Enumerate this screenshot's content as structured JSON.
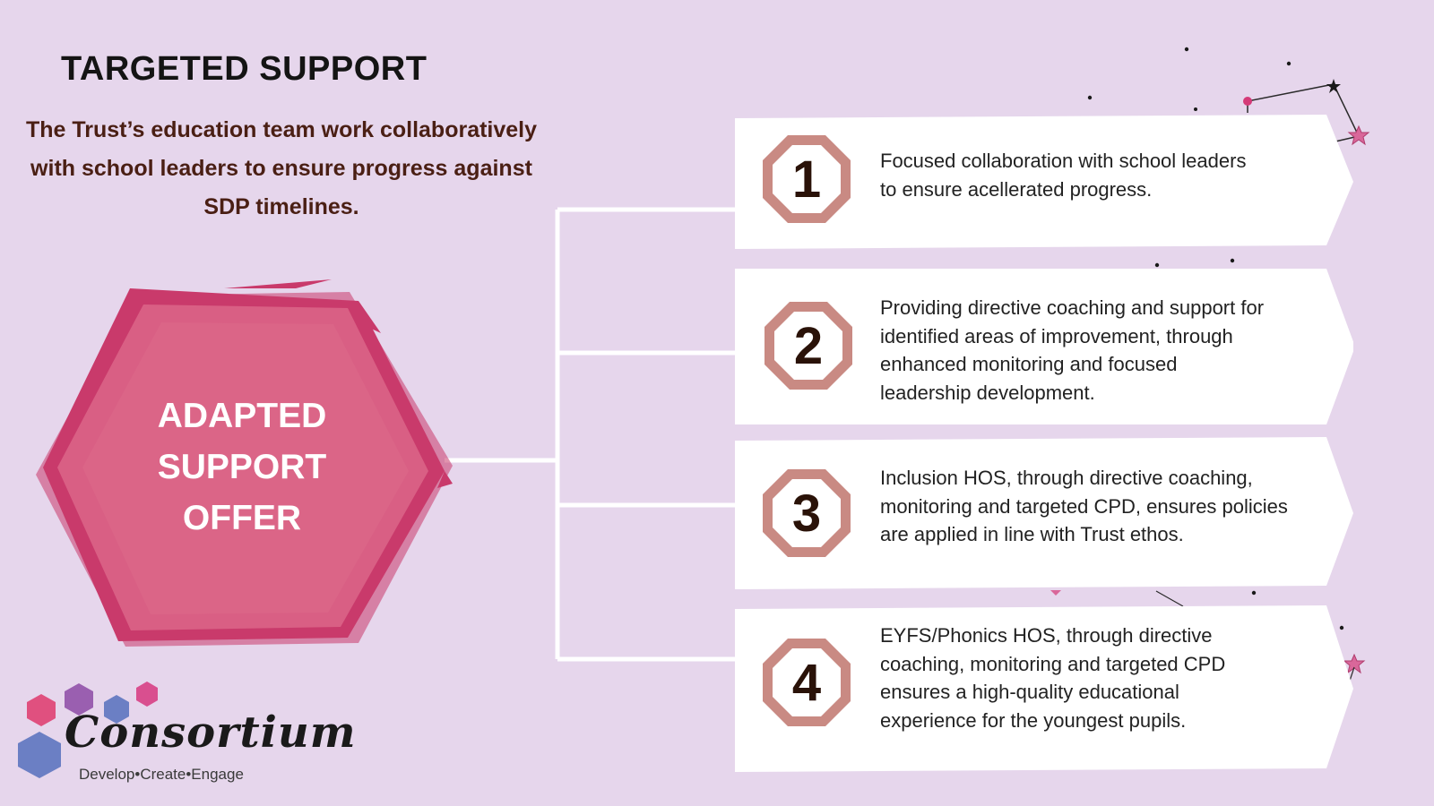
{
  "header": {
    "title": "TARGETED SUPPORT",
    "subtitle": "The Trust’s education team work collaboratively with school leaders to ensure progress against SDP timelines."
  },
  "center": {
    "lines": [
      "ADAPTED",
      "SUPPORT",
      "OFFER"
    ]
  },
  "items": [
    {
      "number": "1",
      "text": [
        "Focused collaboration with school leaders",
        "to ensure acellerated progress."
      ]
    },
    {
      "number": "2",
      "text": [
        "Providing directive coaching and support for",
        "identified areas of improvement, through",
        "enhanced monitoring and focused",
        "leadership development."
      ]
    },
    {
      "number": "3",
      "text": [
        "Inclusion HOS, through directive coaching,",
        "monitoring and targeted CPD, ensures policies",
        "are applied in line with Trust ethos."
      ]
    },
    {
      "number": "4",
      "text": [
        "EYFS/Phonics HOS, through directive",
        "coaching, monitoring and targeted CPD",
        "ensures a high-quality educational",
        "experience for the youngest pupils."
      ]
    }
  ],
  "logo": {
    "name": "Consortium",
    "tagline": "Develop•Create•Engage"
  },
  "colors": {
    "background": "#e6d6ec",
    "hexagon": "#d95f84",
    "hexagon_edge": "#c93a6b",
    "badge_ring": "#c98a83",
    "connector": "#ffffff",
    "logo_hex": [
      "#e0507f",
      "#9a5fb0",
      "#6b7fc4",
      "#d06aa8"
    ]
  }
}
